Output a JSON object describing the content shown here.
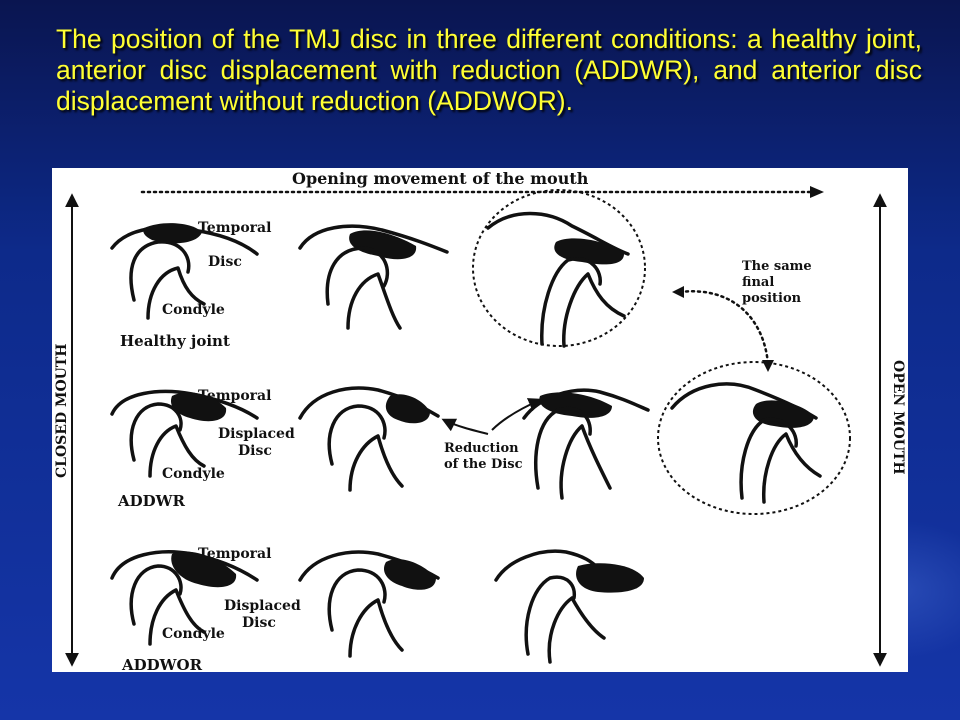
{
  "slide": {
    "title": "The position of the TMJ disc in three different conditions: a healthy joint, anterior disc displacement with reduction (ADDWR), and anterior disc displacement without reduction (ADDWOR)."
  },
  "figure": {
    "top_arrow_label": "Opening movement of the mouth",
    "left_axis_label": "CLOSED MOUTH",
    "right_axis_label": "OPEN MOUTH",
    "labels": {
      "temporal": "Temporal",
      "disc": "Disc",
      "condyle": "Condyle",
      "displaced_line1": "Displaced",
      "displaced_line2": "Disc",
      "reduction_line1": "Reduction",
      "reduction_line2": "of the Disc",
      "same_line1": "The same",
      "same_line2": "final",
      "same_line3": "position"
    },
    "rows": {
      "healthy": "Healthy joint",
      "addwr": "ADDWR",
      "addwor": "ADDWOR"
    },
    "colors": {
      "title_text": "#ffff33",
      "background": "#0d2a8a",
      "figure_bg": "#ffffff",
      "ink": "#111111"
    }
  }
}
